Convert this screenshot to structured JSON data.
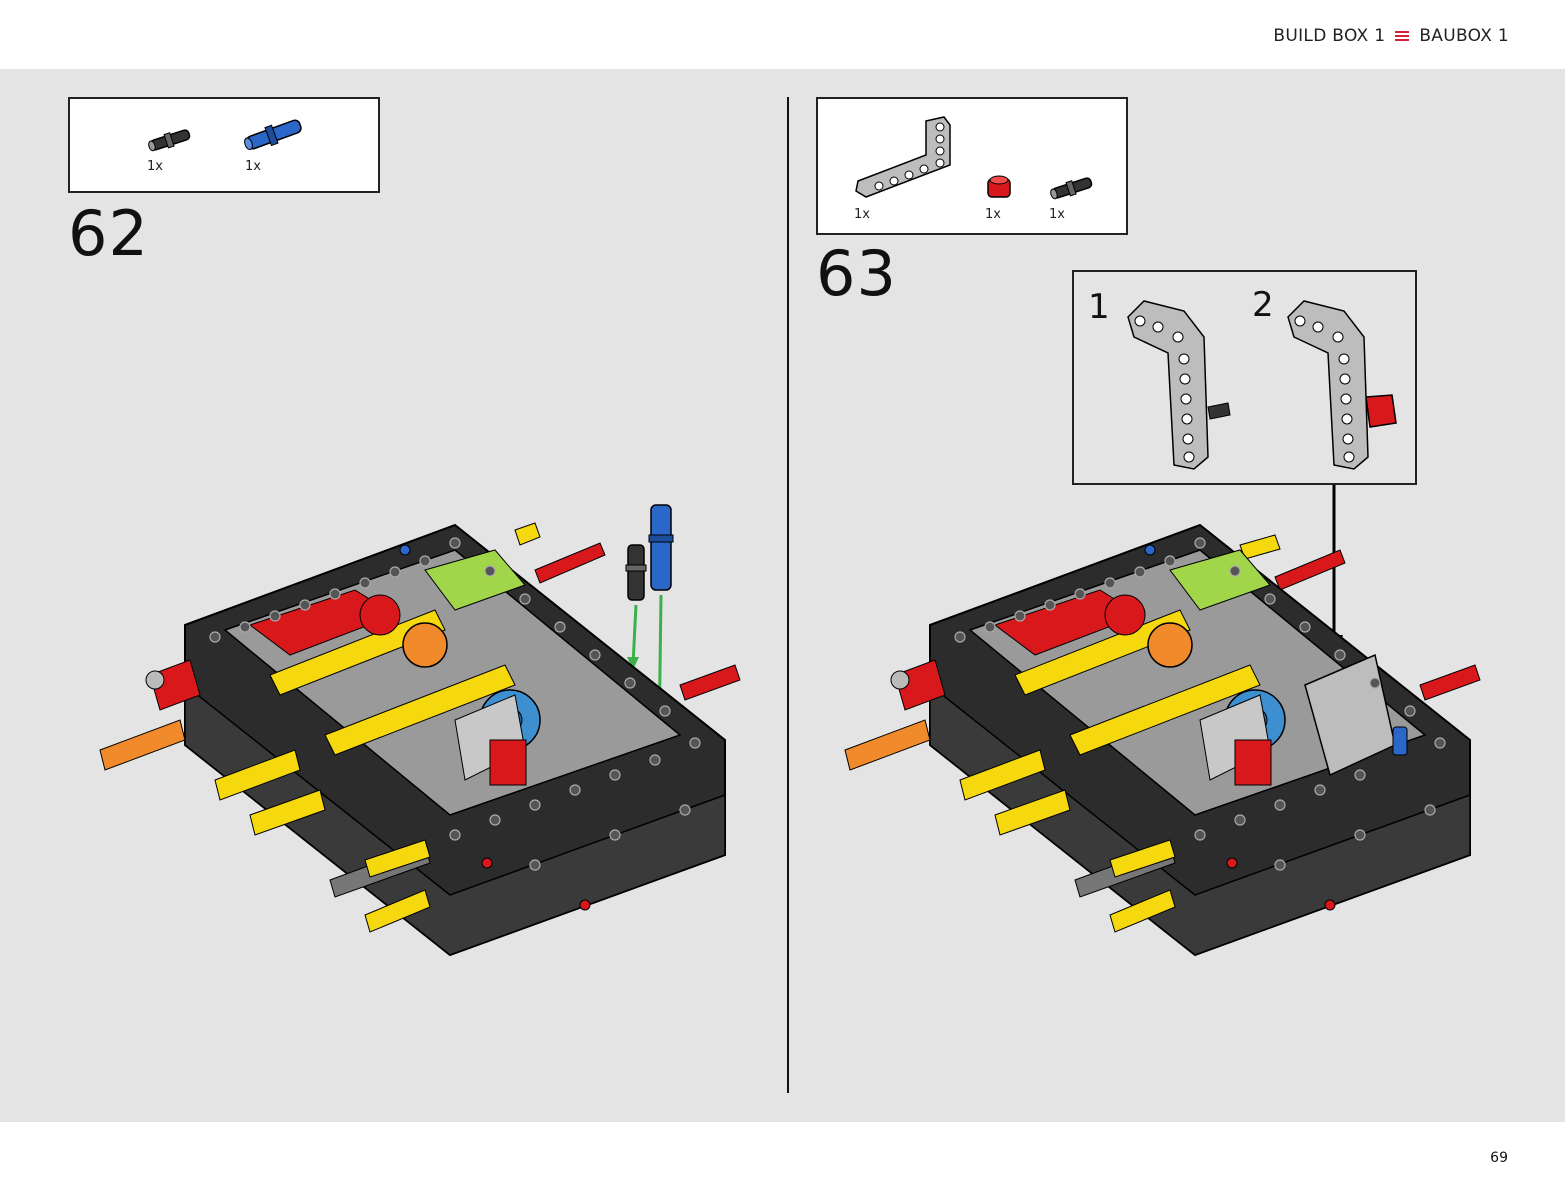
{
  "header": {
    "left_label": "BUILD BOX 1",
    "right_label": "BAUBOX 1"
  },
  "page_number": "69",
  "steps": [
    {
      "number": "62",
      "parts": [
        {
          "icon": "black-friction-pin-icon",
          "qty": "1x"
        },
        {
          "icon": "blue-long-pin-icon",
          "qty": "1x"
        }
      ]
    },
    {
      "number": "63",
      "parts": [
        {
          "icon": "grey-l-beam-icon",
          "qty": "1x"
        },
        {
          "icon": "red-bush-icon",
          "qty": "1x"
        },
        {
          "icon": "black-friction-pin-icon",
          "qty": "1x"
        }
      ],
      "substeps": [
        {
          "number": "1"
        },
        {
          "number": "2"
        }
      ]
    }
  ],
  "colors": {
    "accent": "#d6213a",
    "background": "#e4e4e4",
    "arrow_green": "#3cb04a"
  }
}
